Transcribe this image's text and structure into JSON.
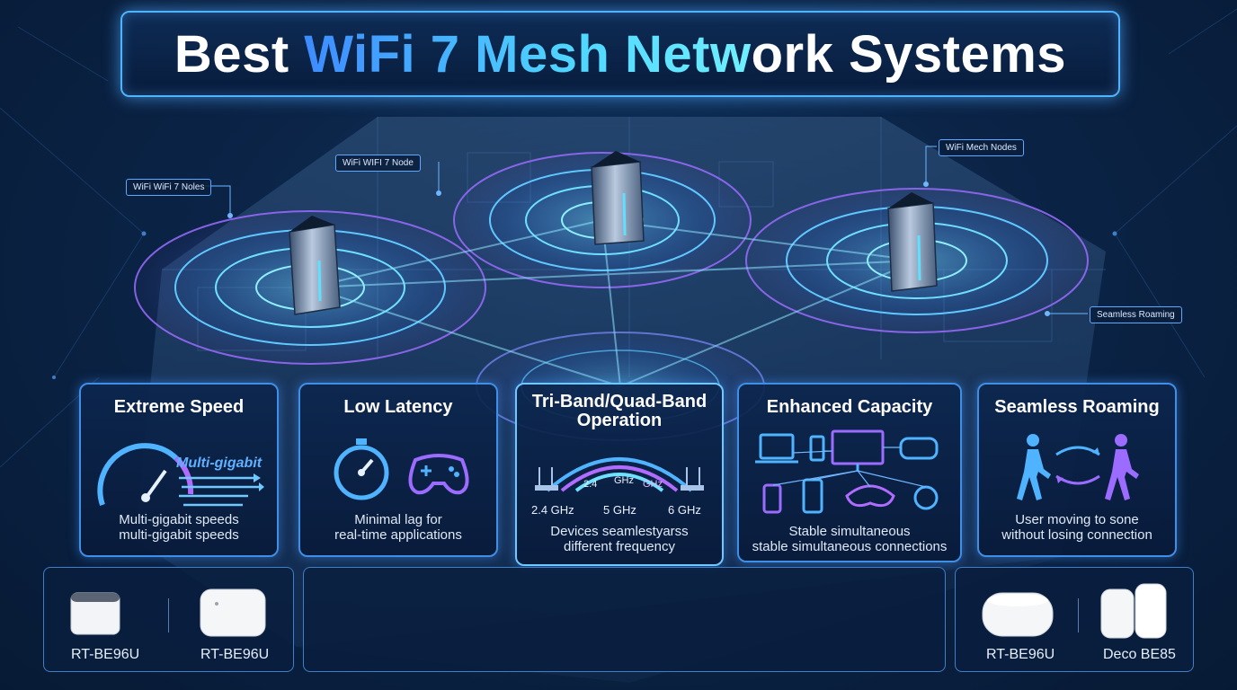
{
  "title": {
    "part1": "Best ",
    "part2": "WiFi 7 Mesh Netw",
    "part3": "ork Systems"
  },
  "callouts": {
    "nodes_left": "WiFi WiFi 7 Noles",
    "node_center": "WiFi WIFI 7 Node",
    "mesh_nodes": "WiFi Mech Nodes",
    "roaming": "Seamless Roaming"
  },
  "cards": {
    "speed": {
      "title": "Extreme Speed",
      "badge": "Multi-gigabit",
      "desc1": "Multi-gigabit speeds",
      "desc2": "multi-gigabit speeds"
    },
    "latency": {
      "title": "Low Latency",
      "desc1": "Minimal lag for",
      "desc2": "real-time applications"
    },
    "band": {
      "title1": "Tri-Band/Quad-Band",
      "title2": "Operation",
      "inner1": "2.4",
      "inner2": "GHz",
      "inner3": "GHz",
      "f1": "2.4 GHz",
      "f2": "5 GHz",
      "f3": "6 GHz",
      "desc1": "Devices seamlestyarss",
      "desc2": "different frequency"
    },
    "capacity": {
      "title": "Enhanced Capacity",
      "desc1": "Stable simultaneous",
      "desc2": "stable simultaneous connections"
    },
    "roaming": {
      "title": "Seamless Roaming",
      "desc1": "User moving to sone",
      "desc2": "without losing connection"
    }
  },
  "products": {
    "left1": "RT-BE96U",
    "left2": "RT-BE96U",
    "right1": "RT-BE96U",
    "right2": "Deco BE85"
  },
  "colors": {
    "accent": "#4fb3ff",
    "cyan": "#4fd6ff",
    "purple": "#9b6cff",
    "background": "#0b2447"
  }
}
